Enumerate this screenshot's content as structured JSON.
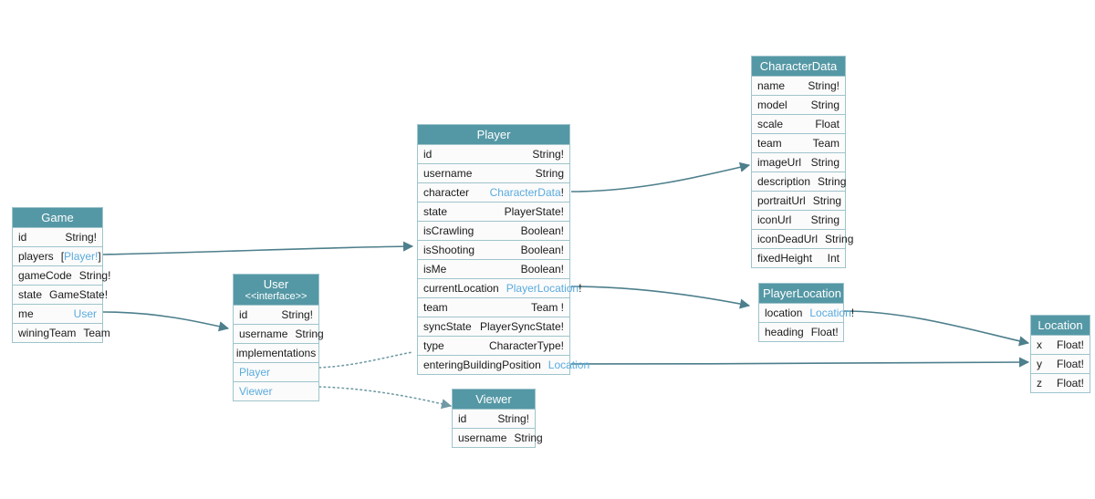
{
  "diagram": {
    "title": "GraphQL Schema Diagram",
    "colors": {
      "header_bg": "#5598a5",
      "header_text": "#ffffff",
      "row_bg": "#fbfbfb",
      "border": "#9fc4cc",
      "reference_link": "#5aabdd",
      "edge": "#4d7f8c",
      "text": "#1a1a1a"
    }
  },
  "entities": {
    "game": {
      "name": "Game",
      "fields": [
        {
          "name": "id",
          "type": "String!",
          "ref": false
        },
        {
          "name": "players",
          "type": "[Player!]",
          "ref": true,
          "prefix": "[",
          "ref_text": "Player!",
          "suffix": "]"
        },
        {
          "name": "gameCode",
          "type": "String!",
          "ref": false
        },
        {
          "name": "state",
          "type": "GameState!",
          "ref": false
        },
        {
          "name": "me",
          "type": "User",
          "ref": true,
          "prefix": "",
          "ref_text": "User",
          "suffix": ""
        },
        {
          "name": "winingTeam",
          "type": "Team",
          "ref": false
        }
      ]
    },
    "user": {
      "name": "User",
      "stereotype": "<<interface>>",
      "fields": [
        {
          "name": "id",
          "type": "String!",
          "ref": false
        },
        {
          "name": "username",
          "type": "String",
          "ref": false
        }
      ],
      "implementations_label": "implementations",
      "implementations": [
        "Player",
        "Viewer"
      ]
    },
    "player": {
      "name": "Player",
      "fields": [
        {
          "name": "id",
          "type": "String!",
          "ref": false
        },
        {
          "name": "username",
          "type": "String",
          "ref": false
        },
        {
          "name": "character",
          "type": "CharacterData!",
          "ref": true,
          "prefix": "",
          "ref_text": "CharacterData",
          "suffix": "!"
        },
        {
          "name": "state",
          "type": "PlayerState!",
          "ref": false
        },
        {
          "name": "isCrawling",
          "type": "Boolean!",
          "ref": false
        },
        {
          "name": "isShooting",
          "type": "Boolean!",
          "ref": false
        },
        {
          "name": "isMe",
          "type": "Boolean!",
          "ref": false
        },
        {
          "name": "currentLocation",
          "type": "PlayerLocation!",
          "ref": true,
          "prefix": "",
          "ref_text": "PlayerLocation",
          "suffix": "!"
        },
        {
          "name": "team",
          "type": "Team !",
          "ref": false
        },
        {
          "name": "syncState",
          "type": "PlayerSyncState!",
          "ref": false
        },
        {
          "name": "type",
          "type": "CharacterType!",
          "ref": false
        },
        {
          "name": "enteringBuildingPosition",
          "type": "Location",
          "ref": true,
          "prefix": "",
          "ref_text": "Location",
          "suffix": ""
        }
      ]
    },
    "viewer": {
      "name": "Viewer",
      "fields": [
        {
          "name": "id",
          "type": "String!",
          "ref": false
        },
        {
          "name": "username",
          "type": "String",
          "ref": false
        }
      ]
    },
    "character_data": {
      "name": "CharacterData",
      "fields": [
        {
          "name": "name",
          "type": "String!",
          "ref": false
        },
        {
          "name": "model",
          "type": "String",
          "ref": false
        },
        {
          "name": "scale",
          "type": "Float",
          "ref": false
        },
        {
          "name": "team",
          "type": "Team",
          "ref": false
        },
        {
          "name": "imageUrl",
          "type": "String",
          "ref": false
        },
        {
          "name": "description",
          "type": "String",
          "ref": false
        },
        {
          "name": "portraitUrl",
          "type": "String",
          "ref": false
        },
        {
          "name": "iconUrl",
          "type": "String",
          "ref": false
        },
        {
          "name": "iconDeadUrl",
          "type": "String",
          "ref": false
        },
        {
          "name": "fixedHeight",
          "type": "Int",
          "ref": false
        }
      ]
    },
    "player_location": {
      "name": "PlayerLocation",
      "fields": [
        {
          "name": "location",
          "type": "Location!",
          "ref": true,
          "prefix": "",
          "ref_text": "Location",
          "suffix": "!"
        },
        {
          "name": "heading",
          "type": "Float!",
          "ref": false
        }
      ]
    },
    "location": {
      "name": "Location",
      "fields": [
        {
          "name": "x",
          "type": "Float!",
          "ref": false
        },
        {
          "name": "y",
          "type": "Float!",
          "ref": false
        },
        {
          "name": "z",
          "type": "Float!",
          "ref": false
        }
      ]
    }
  },
  "relationships": [
    {
      "from": "Game.players",
      "to": "Player",
      "style": "solid"
    },
    {
      "from": "Game.me",
      "to": "User",
      "style": "solid"
    },
    {
      "from": "Player.character",
      "to": "CharacterData",
      "style": "solid"
    },
    {
      "from": "Player.currentLocation",
      "to": "PlayerLocation",
      "style": "solid"
    },
    {
      "from": "Player.enteringBuildingPosition",
      "to": "Location",
      "style": "solid"
    },
    {
      "from": "PlayerLocation.location",
      "to": "Location",
      "style": "solid"
    },
    {
      "from": "User.Player",
      "to": "Player",
      "style": "dotted"
    },
    {
      "from": "User.Viewer",
      "to": "Viewer",
      "style": "dotted"
    }
  ]
}
